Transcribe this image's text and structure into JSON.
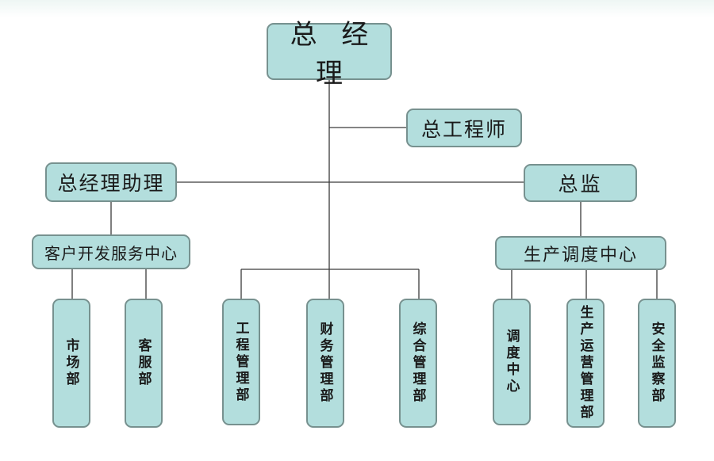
{
  "org_chart": {
    "general_manager": "总 经 理",
    "chief_engineer": "总工程师",
    "gm_assistant": "总经理助理",
    "director": "总监",
    "customer_center": "客户开发服务中心",
    "production_center": "生产调度中心",
    "departments": [
      "市场部",
      "客服部",
      "工程管理部",
      "财务管理部",
      "综合管理部",
      "调度中心",
      "生产运营管理部",
      "安全监察部"
    ]
  },
  "colors": {
    "box_fill": "#b3dedd",
    "box_border": "#77918f",
    "connector": "#3a3a3a"
  }
}
